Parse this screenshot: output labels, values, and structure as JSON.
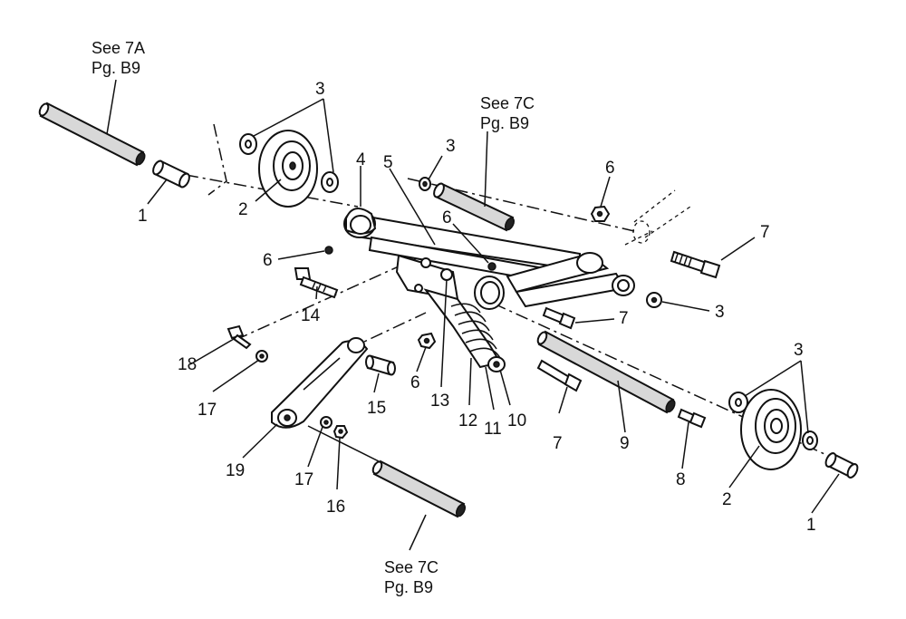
{
  "references": {
    "ref_7a": {
      "line1": "See 7A",
      "line2": "Pg. B9"
    },
    "ref_7c_top": {
      "line1": "See 7C",
      "line2": "Pg. B9"
    },
    "ref_7c_bottom": {
      "line1": "See 7C",
      "line2": "Pg. B9"
    }
  },
  "callouts": {
    "c1a": "1",
    "c1b": "1",
    "c2a": "2",
    "c2b": "2",
    "c3a": "3",
    "c3b": "3",
    "c3c": "3",
    "c3d": "3",
    "c4": "4",
    "c5": "5",
    "c6a": "6",
    "c6b": "6",
    "c6c": "6",
    "c6d": "6",
    "c7a": "7",
    "c7b": "7",
    "c7c": "7",
    "c8": "8",
    "c9": "9",
    "c10": "10",
    "c11": "11",
    "c12": "12",
    "c13": "13",
    "c14": "14",
    "c15": "15",
    "c16": "16",
    "c17a": "17",
    "c17b": "17",
    "c18": "18",
    "c19": "19"
  }
}
